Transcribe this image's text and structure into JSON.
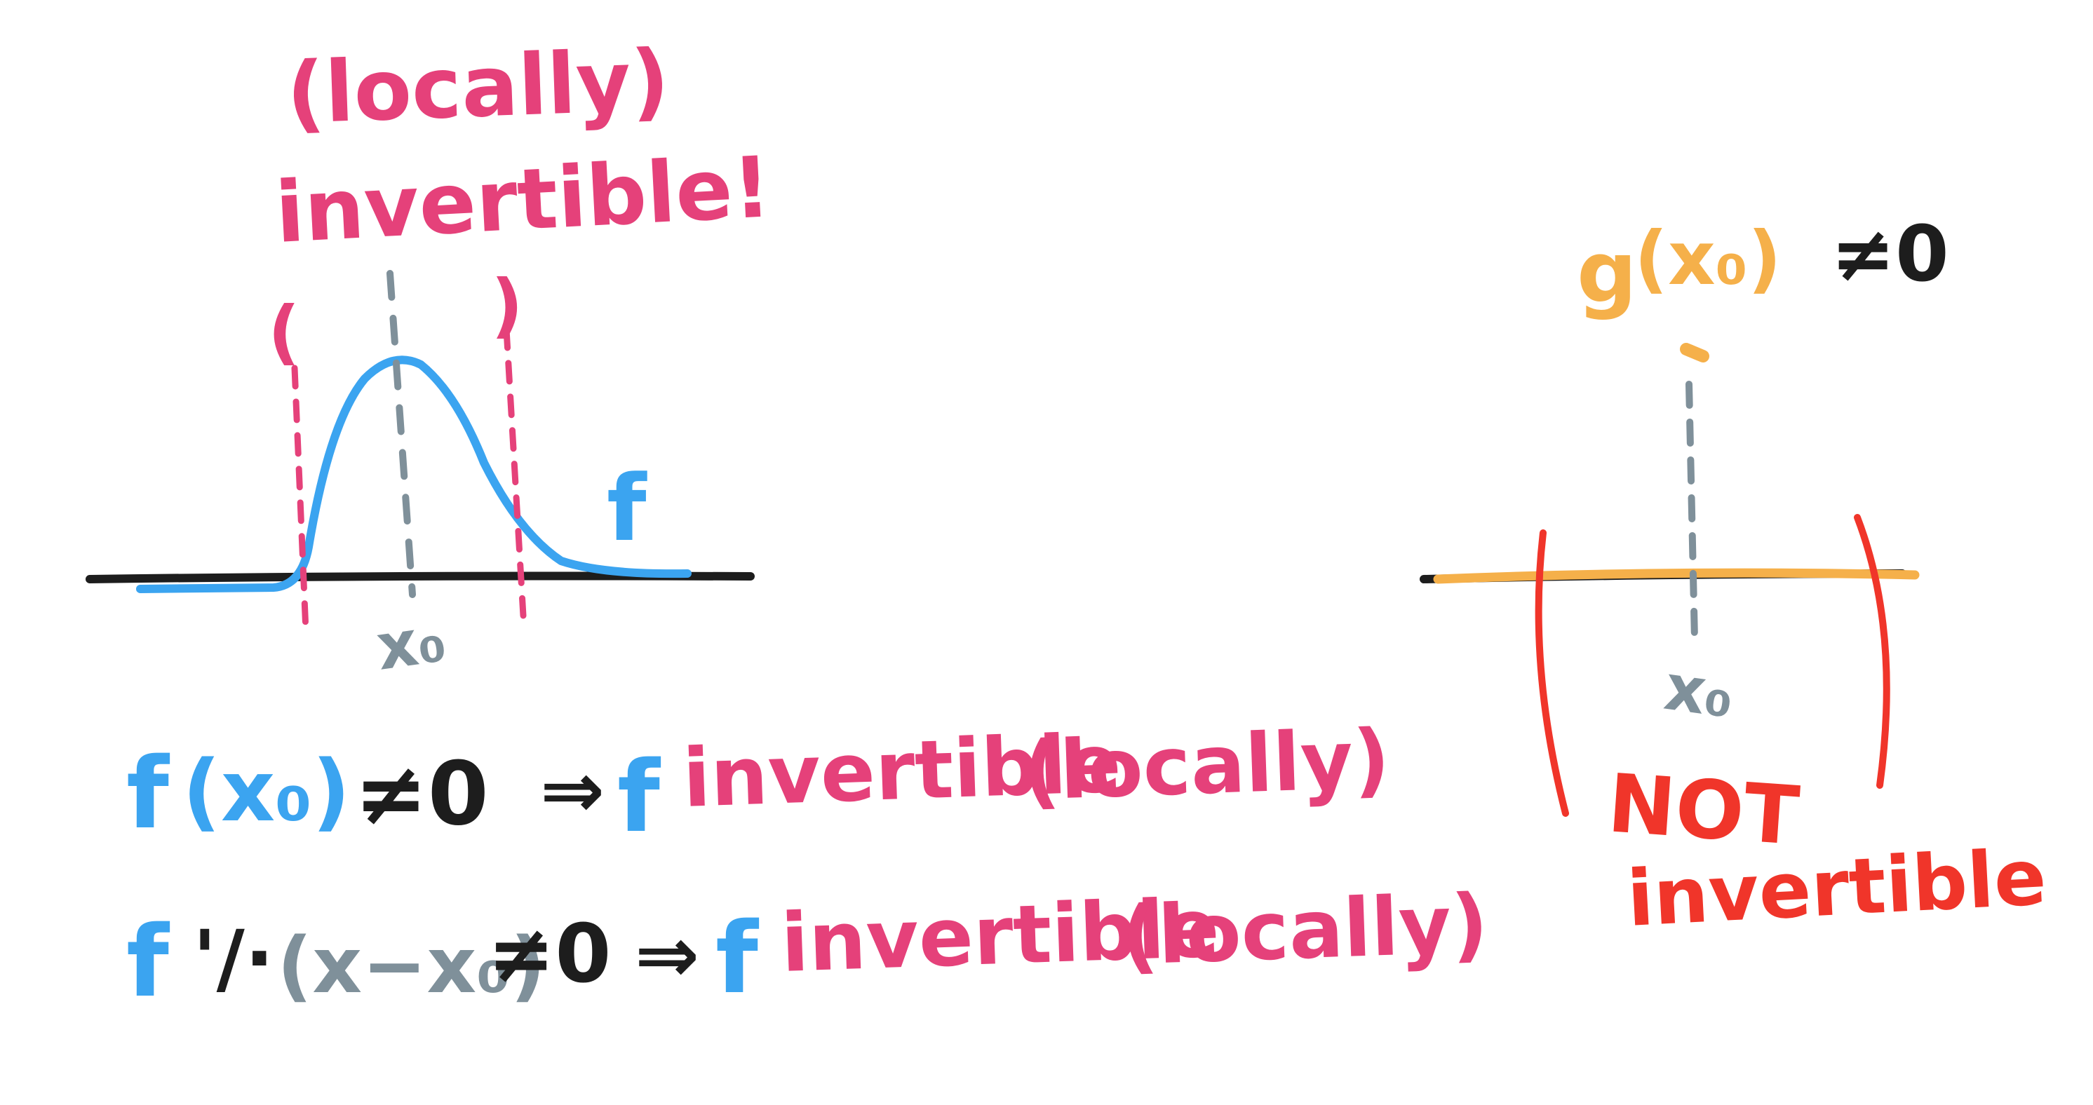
{
  "colors": {
    "ink_black": "#1d1d1d",
    "ink_pink": "#e5417a",
    "ink_blue": "#3ba4f0",
    "ink_gray": "#7f909a",
    "ink_orange": "#f5b04a",
    "ink_red": "#f0352a",
    "background": "#ffffff"
  },
  "left_sketch": {
    "note_line1": "(locally)",
    "note_line2": "invertible!",
    "paren_left": "(",
    "paren_right": ")",
    "function_label": "f",
    "point_label": "x₀"
  },
  "right_sketch": {
    "g_label": "g",
    "g_arg": "(x₀)",
    "g_condition": "≠0",
    "point_label": "x₀",
    "verdict_line1": "NOT",
    "verdict_line2": "invertible"
  },
  "statements": {
    "line1": {
      "lhs_f": "f",
      "lhs_arg": "(x₀)",
      "neq_zero": "≠0",
      "implies": "⇒",
      "rhs_f": "f",
      "rhs_text": "invertible",
      "qualifier": "(locally)"
    },
    "line2": {
      "lhs_f": "f",
      "slash_dot": "'/·",
      "lhs_arg": "(x−x₀)",
      "neq_zero": "≠0",
      "implies": "⇒",
      "rhs_f": "f",
      "rhs_text": "invertible",
      "qualifier": "(locally)"
    }
  }
}
